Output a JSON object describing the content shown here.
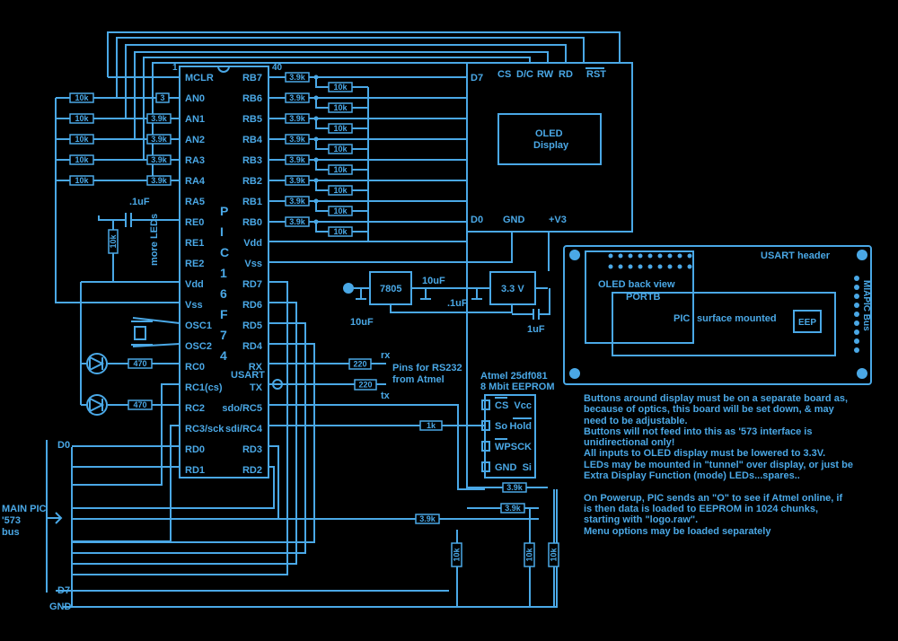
{
  "colors": {
    "background": "#000000",
    "line": "#4aa8e6"
  },
  "pic": {
    "name_letters": [
      "P",
      "I",
      "C",
      "1",
      "6",
      "F",
      "7",
      "4"
    ],
    "pin1": "1",
    "pin40": "40",
    "left_pins": [
      "MCLR",
      "AN0",
      "AN1",
      "AN2",
      "RA3",
      "RA4",
      "RA5",
      "RE0",
      "RE1",
      "RE2",
      "Vdd",
      "Vss",
      "OSC1",
      "OSC2",
      "RC0",
      "RC1(cs)",
      "RC2",
      "RC3/sck",
      "RD0",
      "RD1"
    ],
    "right_pins": [
      "RB7",
      "RB6",
      "RB5",
      "RB4",
      "RB3",
      "RB2",
      "RB1",
      "RB0",
      "Vdd",
      "Vss",
      "RD7",
      "RD6",
      "RD5",
      "RD4",
      "RX",
      "TX",
      "sdo/RC5",
      "sdi/RC4",
      "RD3",
      "RD2"
    ],
    "usart_label": "USART"
  },
  "resistors": {
    "r10k": "10k",
    "r3_9k": "3.9k",
    "r3": "3",
    "r470": "470",
    "r220": "220",
    "r1k": "1k"
  },
  "caps": {
    "c0_1uf": ".1uF",
    "c10uf": "10uF",
    "c1uf": "1uF"
  },
  "labels": {
    "more_leds": "more LEDs",
    "rx": "rx",
    "tx": "tx",
    "rs232": "Pins for RS232",
    "from_atmel": "from Atmel",
    "main_pic": [
      "MAIN PIC",
      "'573",
      "bus"
    ],
    "d0": "D0",
    "d7": "D7",
    "gnd": "GND",
    "reg7805": "7805",
    "reg33": "3.3 V"
  },
  "oled": {
    "top_pins": [
      "CS",
      "D/C",
      "RW",
      "RD",
      "RST"
    ],
    "d7": "D7",
    "d0": "D0",
    "gnd": "GND",
    "v3": "+V3",
    "display": [
      "OLED",
      "Display"
    ]
  },
  "eeprom": {
    "title": [
      "Atmel 25df081",
      "8 Mbit EEPROM"
    ],
    "left_pins": [
      "CS",
      "So",
      "WP",
      "GND"
    ],
    "right_pins": [
      "Vcc",
      "Hold",
      "SCK",
      "Si"
    ]
  },
  "board": {
    "usart_header": "USART header",
    "oled_back": "OLED back view",
    "portb": "PORTB",
    "pic_sm": [
      "PIC",
      "surface mounted"
    ],
    "eep": "EEP",
    "miapic_bus": "MIAPIC Bus"
  },
  "notes": [
    "Buttons around display must be on a separate board as, because of optics, this board will be set down, & may need to be adjustable.",
    "Buttons will not feed into this as '573 interface is unidirectional only!",
    "All inputs to OLED display must be lowered to 3.3V.",
    "LEDs may be mounted in \"tunnel\" over display, or just be Extra Display Function (mode) LEDs...spares..",
    "",
    "On Powerup, PIC sends an \"O\" to see if Atmel online, if is then data is loaded to EEPROM in 1024 chunks, starting with \"logo.raw\".",
    "Menu options may be loaded separately"
  ]
}
